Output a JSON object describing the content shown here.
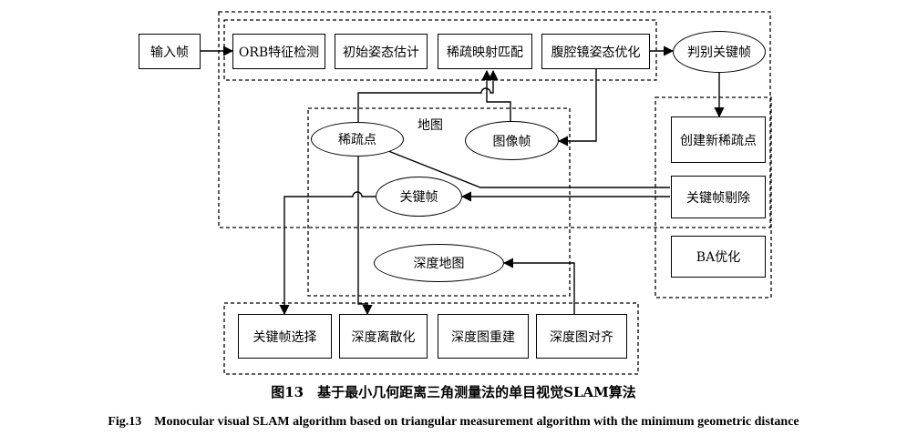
{
  "nodes": {
    "input_frame": "输入帧",
    "orb_detect": "ORB特征检测",
    "init_pose": "初始姿态估计",
    "sparse_match": "稀疏映射匹配",
    "lap_pose_opt": "腹腔镜姿态优化",
    "judge_keyframe": "判别关键帧",
    "create_sparse": "创建新稀疏点",
    "keyframe_cull": "关键帧剔除",
    "ba_opt": "BA优化",
    "map_label": "地图",
    "sparse_points": "稀疏点",
    "image_frame": "图像帧",
    "keyframe": "关键帧",
    "depth_map": "深度地图",
    "kf_select": "关键帧选择",
    "depth_discrete": "深度离散化",
    "depth_rebuild": "深度图重建",
    "depth_align": "深度图对齐"
  },
  "caption": {
    "cn": "图13　基于最小几何距离三角测量法的单目视觉SLAM算法",
    "en": "Fig.13　Monocular visual SLAM algorithm based on triangular measurement algorithm with the minimum geometric distance"
  },
  "colors": {
    "stroke": "#000000",
    "background": "#ffffff"
  }
}
